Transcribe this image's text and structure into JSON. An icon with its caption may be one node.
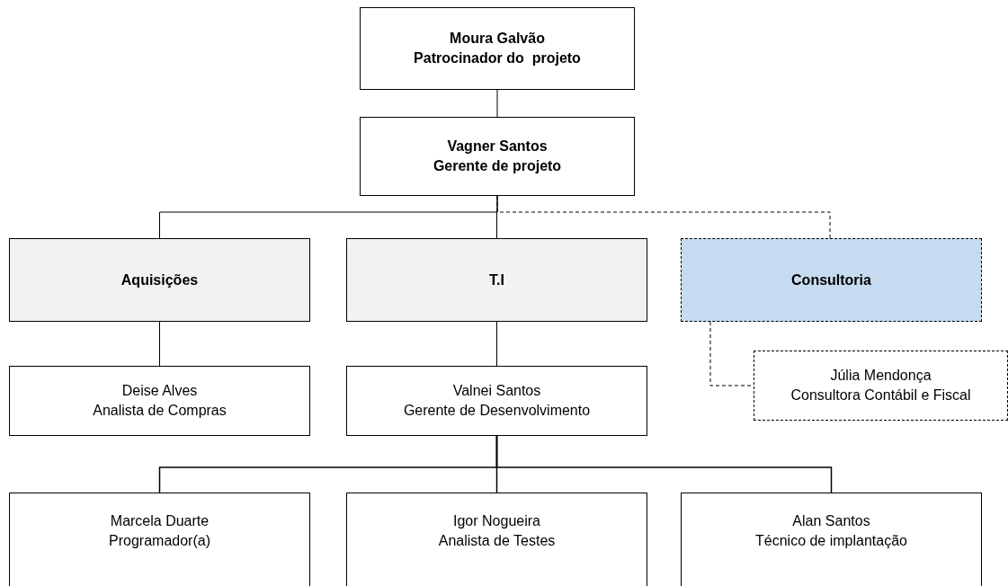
{
  "diagram": {
    "nodes": [
      {
        "text": [
          "Moura Galvão",
          "Patrocinador do  projeto"
        ]
      },
      {
        "text": [
          "Vagner Santos",
          "Gerente de projeto"
        ]
      },
      {
        "text": [
          "Aquisições"
        ]
      },
      {
        "text": [
          "T.I"
        ]
      },
      {
        "text": [
          "Consultoria"
        ]
      },
      {
        "text": [
          "Deise Alves",
          "Analista de Compras"
        ]
      },
      {
        "text": [
          "Valnei Santos",
          "Gerente de Desenvolvimento"
        ]
      },
      {
        "text": [
          "Júlia Mendonça",
          "Consultora Contábil e Fiscal"
        ]
      },
      {
        "text": [
          "Marcela Duarte",
          "Programador(a)"
        ]
      },
      {
        "text": [
          "Igor Nogueira",
          "Analista de Testes"
        ]
      },
      {
        "text": [
          "Alan Santos",
          "Técnico de implantação"
        ]
      }
    ],
    "edges": [
      {
        "from": 0,
        "to": 1,
        "arrow": "none"
      },
      {
        "from": 1,
        "to": 2,
        "arrow": "none"
      },
      {
        "from": 1,
        "to": 3,
        "arrow": "none"
      },
      {
        "from": 1,
        "to": 4,
        "arrow": "none",
        "style": "dashed"
      },
      {
        "from": 2,
        "to": 5,
        "arrow": "none"
      },
      {
        "from": 3,
        "to": 6,
        "arrow": "none"
      },
      {
        "from": 4,
        "to": 7,
        "arrow": "none",
        "style": "dashed"
      },
      {
        "from": 6,
        "to": 8,
        "arrow": "none"
      },
      {
        "from": 6,
        "to": 9,
        "arrow": "none"
      },
      {
        "from": 6,
        "to": 10,
        "arrow": "none"
      }
    ]
  }
}
